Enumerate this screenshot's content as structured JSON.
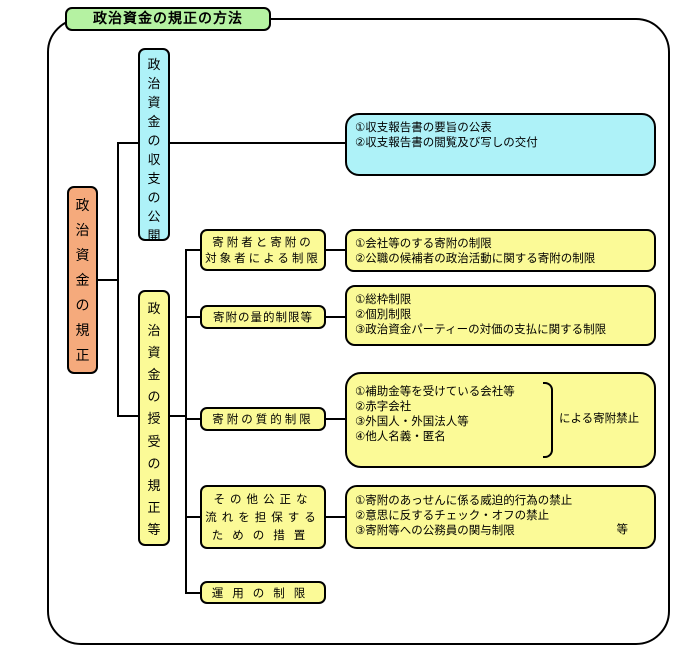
{
  "title": "政治資金の規正の方法",
  "root": {
    "label": "政治資金の規正",
    "chars": [
      "政",
      "治",
      "資",
      "金",
      "の",
      "規",
      "正"
    ]
  },
  "branch_disclosure": {
    "label": "政治資金の収支の公開",
    "chars": [
      "政",
      "治",
      "資",
      "金",
      "の",
      "収",
      "支",
      "の",
      "公",
      "開"
    ],
    "details": [
      "①収支報告書の要旨の公表",
      "②収支報告書の閲覧及び写しの交付"
    ]
  },
  "branch_regulation": {
    "label": "政治資金の授受の規正等",
    "chars": [
      "政",
      "治",
      "資",
      "金",
      "の",
      "授",
      "受",
      "の",
      "規",
      "正",
      "等"
    ],
    "items": [
      {
        "label_lines": [
          "寄附者と寄附の",
          "対象者による制限"
        ],
        "details": [
          "①会社等のする寄附の制限",
          "②公職の候補者の政治活動に関する寄附の制限"
        ]
      },
      {
        "label_lines": [
          "寄附の量的制限等"
        ],
        "details": [
          "①総枠制限",
          "②個別制限",
          "③政治資金パーティーの対価の支払に関する制限"
        ]
      },
      {
        "label_lines": [
          "寄附の質的制限"
        ],
        "details": [
          "①補助金等を受けている会社等",
          "②赤字会社",
          "③外国人・外国法人等",
          "④他人名義・匿名"
        ],
        "note": "による寄附禁止"
      },
      {
        "label_lines": [
          "その他公正な",
          "流れを担保する",
          "ための措置"
        ],
        "details": [
          "①寄附のあっせんに係る威迫的行為の禁止",
          "②意思に反するチェック・オフの禁止",
          "③寄附等への公務員の関与制限"
        ],
        "note": "等"
      },
      {
        "label_lines": [
          "運用の制限"
        ]
      }
    ]
  },
  "colors": {
    "title": "#b5f2a2",
    "root": "#f5aa7c",
    "disclosure": "#aef2f8",
    "regulation": "#fbfa97"
  }
}
